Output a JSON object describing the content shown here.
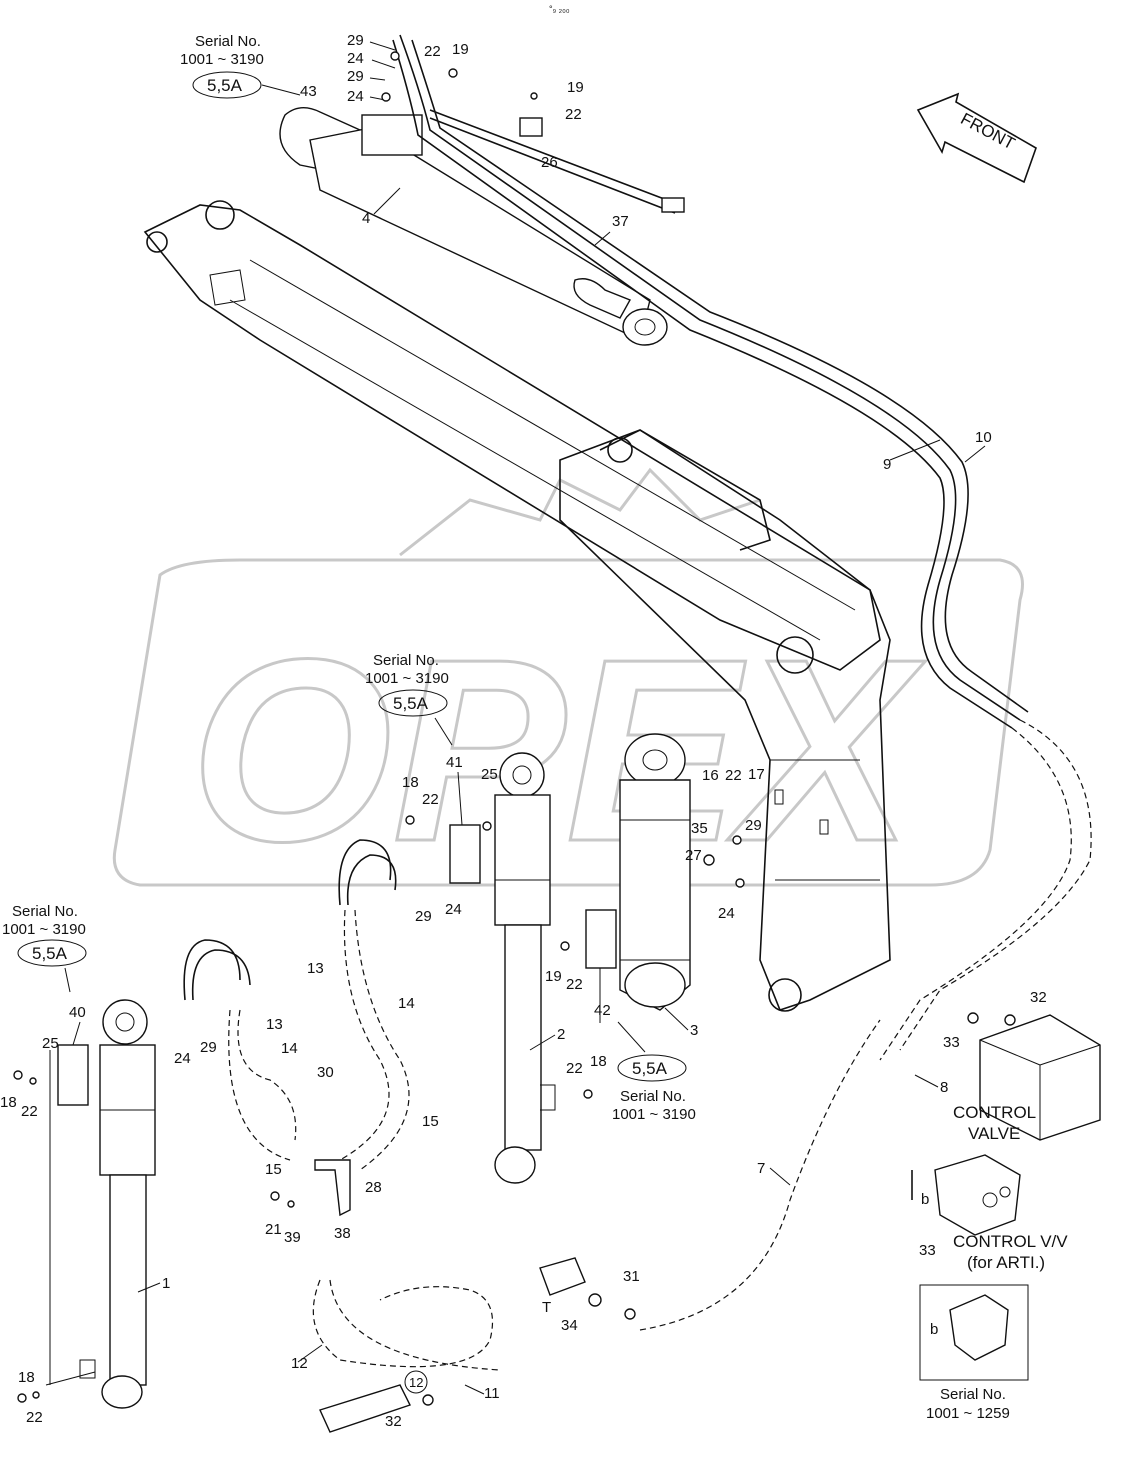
{
  "header_mark": "°₉ ₂₀₀",
  "front_label": "FRONT",
  "serial_label": "Serial No.",
  "serial_range_main": "1001 ~ 3190",
  "serial_range_alt": "1001 ~ 1259",
  "ref_badge": "5,5A",
  "control_valve": [
    "CONTROL",
    "VALVE"
  ],
  "control_vv": [
    "CONTROL V/V",
    "(for ARTI.)"
  ],
  "port_b": "b",
  "tank_letter": "T",
  "watermark": "OPEX",
  "callouts": {
    "c29a": "29",
    "c24a": "24",
    "c29b": "29",
    "c24b": "24",
    "c22a": "22",
    "c19a": "19",
    "c19b": "19",
    "c22b": "22",
    "c43": "43",
    "c26": "26",
    "c4": "4",
    "c37": "37",
    "c10": "10",
    "c9": "9",
    "c41": "41",
    "c18a": "18",
    "c22c": "22",
    "c25a": "25",
    "c16": "16",
    "c22d": "22",
    "c17": "17",
    "c35": "35",
    "c29c": "29",
    "c27": "27",
    "c24c": "24",
    "c29d": "29",
    "c24d": "24",
    "c13a": "13",
    "c14a": "14",
    "c19c": "19",
    "c22e": "22",
    "c42": "42",
    "c3": "3",
    "c2": "2",
    "c22f": "22",
    "c18b": "18",
    "c40": "40",
    "c25b": "25",
    "c18c": "18",
    "c22g": "22",
    "c24e": "24",
    "c29e": "29",
    "c13b": "13",
    "c14b": "14",
    "c30": "30",
    "c15a": "15",
    "c15b": "15",
    "c28": "28",
    "c21": "21",
    "c39": "39",
    "c38": "38",
    "c1": "1",
    "c7": "7",
    "c8": "8",
    "c32a": "32",
    "c33a": "33",
    "c33b": "33",
    "c31": "31",
    "c34": "34",
    "c12a": "12",
    "c12b": "12",
    "c11": "11",
    "c32b": "32",
    "c18d": "18",
    "c22h": "22"
  }
}
